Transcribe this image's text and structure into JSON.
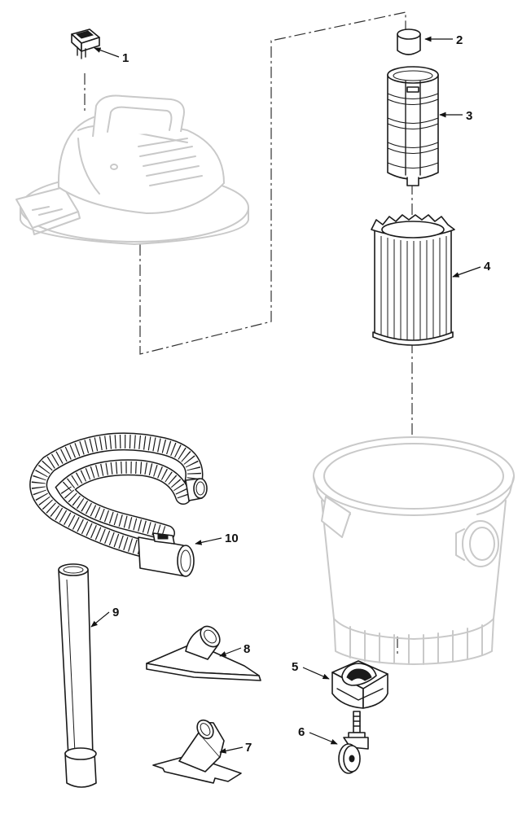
{
  "callouts": {
    "c1": "1",
    "c2": "2",
    "c3": "3",
    "c4": "4",
    "c5": "5",
    "c6": "6",
    "c7": "7",
    "c8": "8",
    "c9": "9",
    "c10": "10"
  },
  "colors": {
    "ink": "#1a1a1a",
    "ghost": "#c9c9c9",
    "background": "#ffffff"
  },
  "icons": {
    "arrow": "arrowhead-icon"
  }
}
